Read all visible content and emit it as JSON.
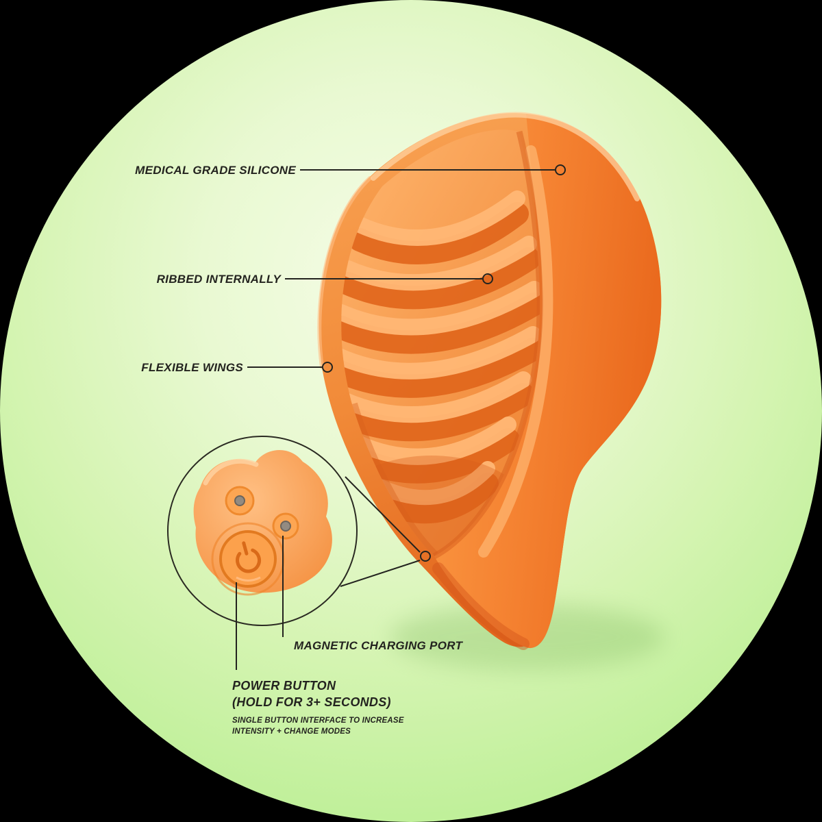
{
  "scene": {
    "background_color": "#000000",
    "circle_color": "#b8ee8f",
    "product_color": "#f58233",
    "line_color": "#23231f",
    "text_color": "#23231f"
  },
  "callouts": {
    "medical_grade_silicone": "MEDICAL GRADE SILICONE",
    "ribbed_internally": "RIBBED INTERNALLY",
    "flexible_wings": "FLEXIBLE WINGS",
    "magnetic_charging_port": "MAGNETIC CHARGING PORT",
    "power_button": {
      "title": "POWER BUTTON",
      "hold_note": "(HOLD FOR 3+ SECONDS)",
      "description_line1": "SINGLE BUTTON INTERFACE TO INCREASE",
      "description_line2": "INTENSITY + CHANGE MODES"
    }
  },
  "icons": {
    "power_icon": "power-symbol",
    "charging_contact_count": "2"
  }
}
